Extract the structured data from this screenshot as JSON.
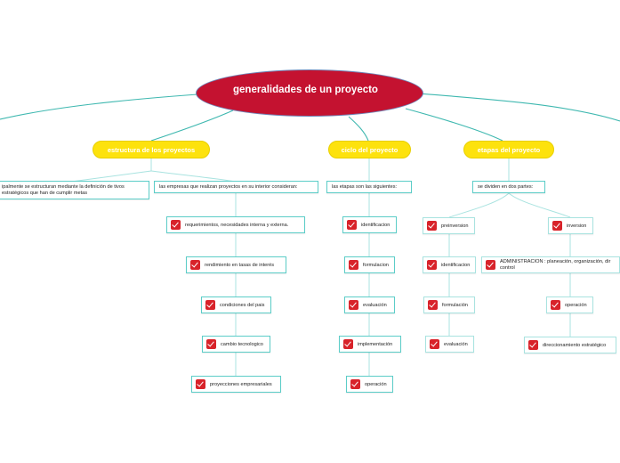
{
  "central": {
    "label": "generalidades de un proyecto"
  },
  "branches": {
    "estructura": {
      "label": "estructura de los proyectos",
      "note_left": "ipalmente se estructuran mediante la definición de tivos estratégicos que han de cumplir metas",
      "note_right": "las empresas que realizan proyectos en su interior consideran:",
      "items": [
        "requerimientos, necesidades interna y externa.",
        "rendimiento en tasas de interés",
        "condiciones del pais",
        "cambio tecnologico",
        "proyecciones empresariales"
      ]
    },
    "ciclo": {
      "label": "ciclo del proyecto",
      "note": "las etapas son las siguientes:",
      "items": [
        "identificacion",
        "formulacion",
        "evaluación",
        "implementación",
        "operación"
      ]
    },
    "etapas": {
      "label": "etapas del proyecto",
      "note": "se dividen en dos partes:",
      "preinversion": {
        "label": "preinversion",
        "items": [
          "identificacion",
          "formulación",
          "evaluación"
        ]
      },
      "inversion": {
        "label": "inversion",
        "items": [
          "ADMINISTRACION : planeación, organización, dir control",
          "operación",
          "direccionamiento estratégico"
        ]
      }
    }
  },
  "colors": {
    "central": "#c41230",
    "pill": "#fde20d",
    "box_border": "#5ccdc8",
    "connector": "#3fb8b0",
    "check": "#d8232a"
  },
  "icons": {
    "task_marker": "checkbox-checked-icon"
  }
}
